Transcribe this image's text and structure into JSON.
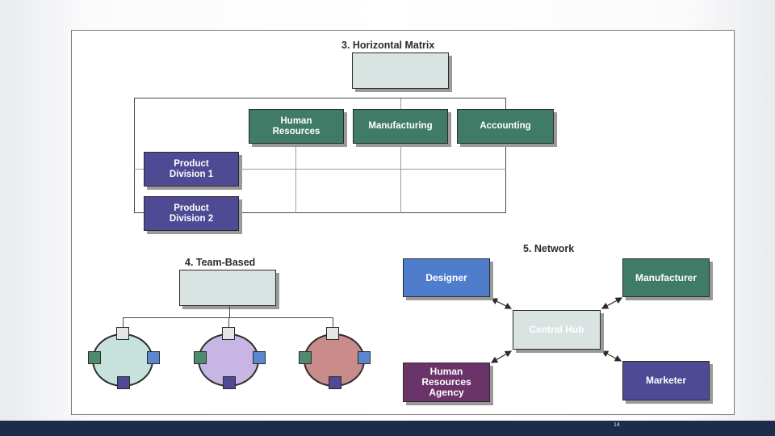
{
  "horizontal_matrix": {
    "heading": "3. Horizontal Matrix",
    "top_box": "",
    "functions": [
      "Human\nResources",
      "Manufacturing",
      "Accounting"
    ],
    "divisions": [
      "Product\nDivision 1",
      "Product\nDivision 2"
    ]
  },
  "team_based": {
    "heading": "4. Team-Based",
    "top_box": ""
  },
  "network": {
    "heading": "5. Network",
    "hub": "Central Hub",
    "nodes": {
      "designer": "Designer",
      "manufacturer": "Manufacturer",
      "hr_agency": "Human\nResources\nAgency",
      "marketer": "Marketer"
    }
  },
  "colors": {
    "function_box": "#3f7b66",
    "division_box": "#4f4a94",
    "designer_box": "#4f7dcc",
    "hr_agency_box": "#6b3469",
    "neutral_box": "#d9e3e2",
    "bottom_bar": "#1d2c4b"
  },
  "footer": {
    "page_number": "14"
  }
}
